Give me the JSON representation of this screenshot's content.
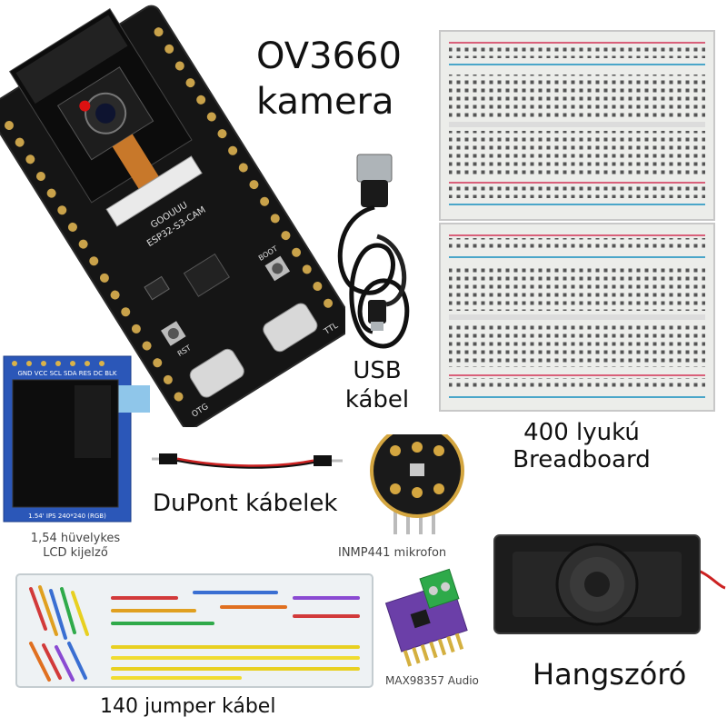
{
  "labels": {
    "camera_line1": "OV3660",
    "camera_line2": "kamera",
    "usb_line1": "USB",
    "usb_line2": "kábel",
    "breadboard_line1": "400 lyukú",
    "breadboard_line2": "Breadboard",
    "dupont": "DuPont kábelek",
    "lcd_line1": "1,54 hüvelykes",
    "lcd_line2": "LCD kijelző",
    "mic": "INMP441 mikrofon",
    "amp": "MAX98357 Audio",
    "speaker": "Hangszóró",
    "jumper": "140 jumper kábel"
  },
  "silkscreen": {
    "board_brand": "GOOUUU",
    "board_model": "ESP32-S3-CAM",
    "boot": "BOOT",
    "rst": "RST",
    "otg": "OTG",
    "ttl": "TTL",
    "lcd_pins": "GND VCC SCL SDA RES DC BLK",
    "lcd_spec": "1.54' IPS  240*240 (RGB)"
  },
  "colors": {
    "pcb": "#151515",
    "breadboard": "#ecedea",
    "rail_red": "#d9607a",
    "rail_blue": "#4aa6c9",
    "lcd_blue": "#2b57b8",
    "amp_purple": "#6b3fa8",
    "terminal_green": "#2eaa4a"
  }
}
